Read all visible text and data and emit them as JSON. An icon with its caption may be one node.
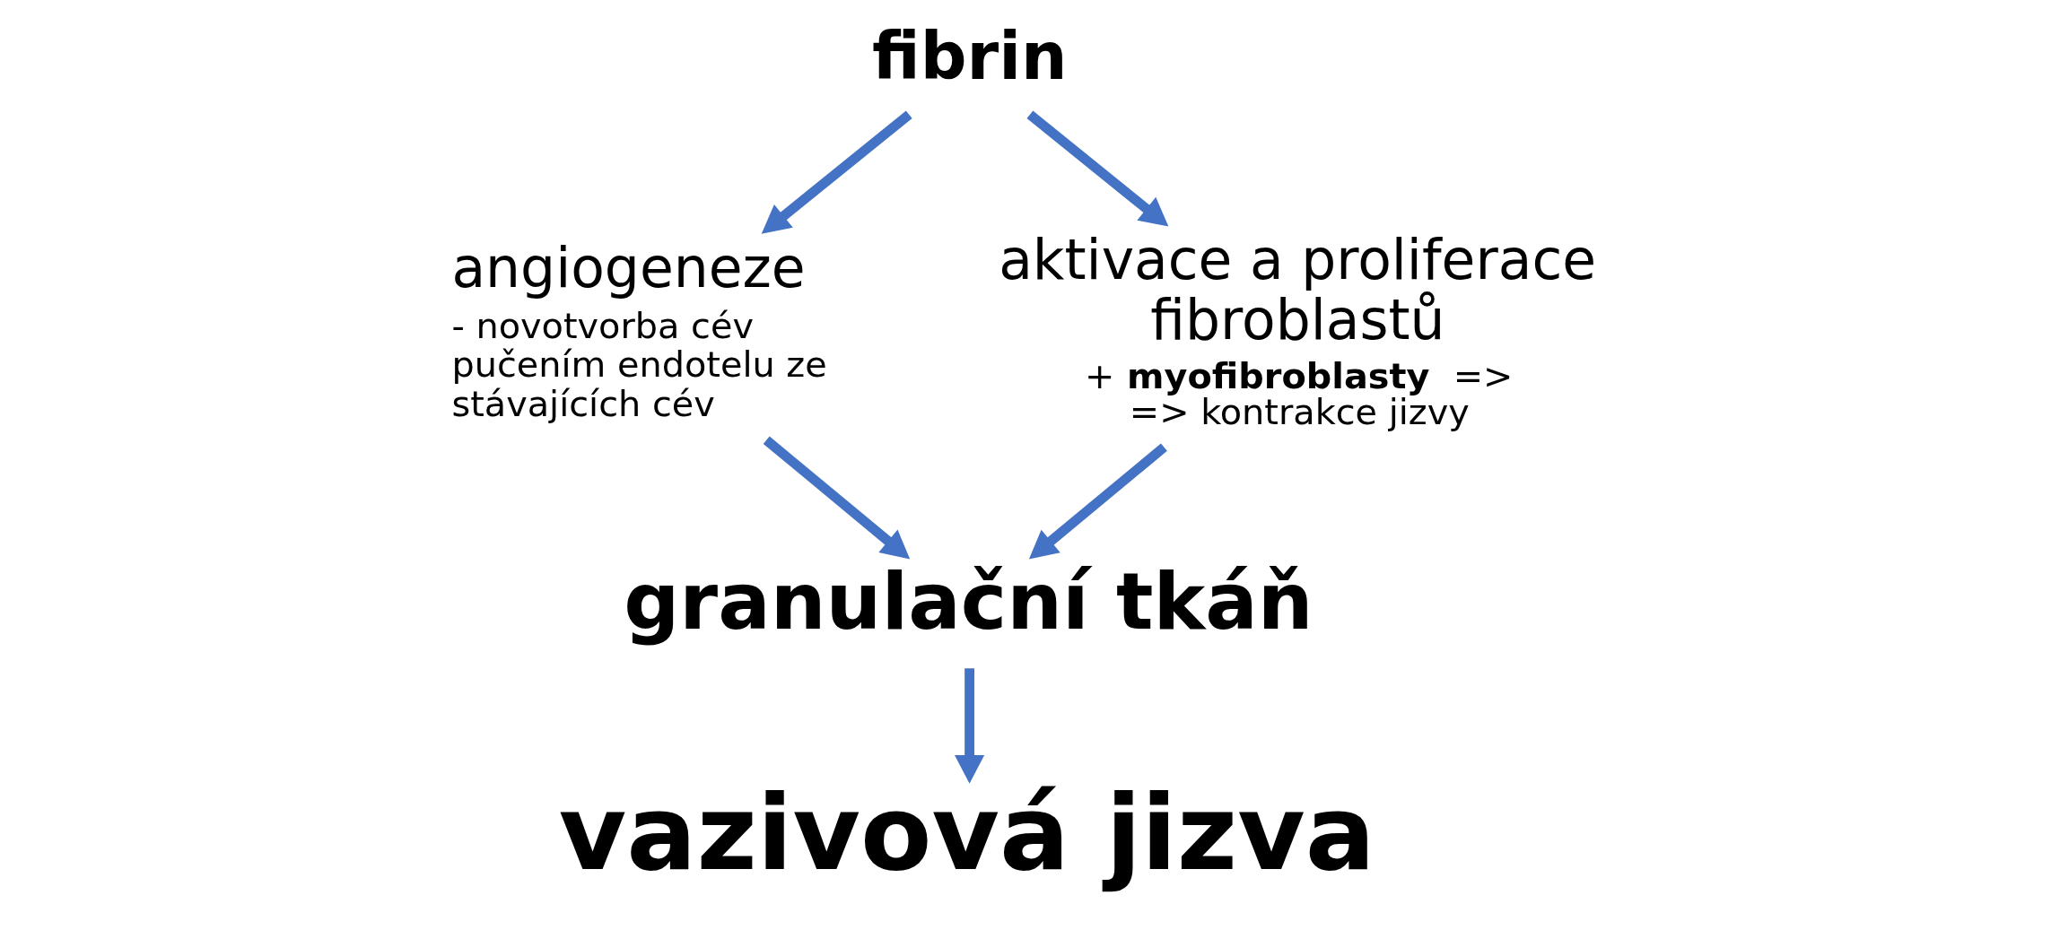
{
  "diagram": {
    "nodes": [
      {
        "text": [
          "fibrin"
        ]
      },
      {
        "text": [
          "angiogeneze",
          "- novotvorba cév pučením endotelu ze stávajících cév"
        ]
      },
      {
        "text": [
          "aktivace a proliferace fibroblastů",
          "+ **myofibroblasty** => => kontrakce jizvy"
        ]
      },
      {
        "text": [
          "granulační tkáň"
        ]
      },
      {
        "text": [
          "vazivová jizva"
        ]
      }
    ],
    "edges": [
      {
        "from": 0,
        "to": 1,
        "arrow": "to"
      },
      {
        "from": 0,
        "to": 2,
        "arrow": "to"
      },
      {
        "from": 1,
        "to": 3,
        "arrow": "to"
      },
      {
        "from": 2,
        "to": 3,
        "arrow": "to"
      },
      {
        "from": 3,
        "to": 4,
        "arrow": "to"
      }
    ]
  }
}
